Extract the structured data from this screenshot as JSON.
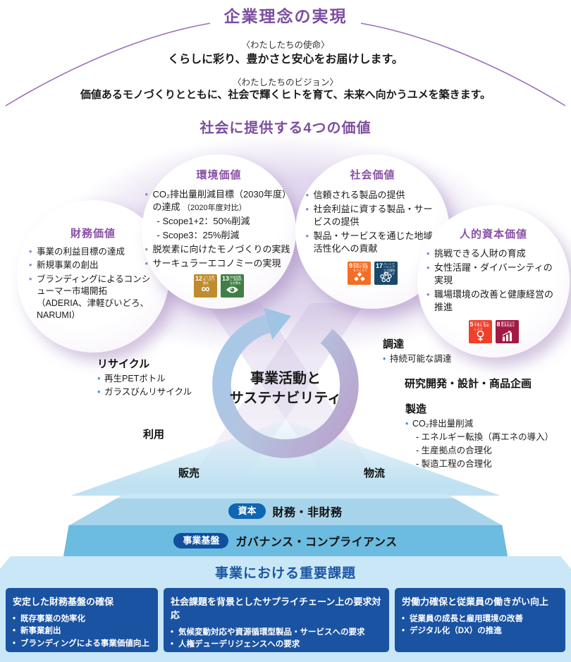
{
  "header": {
    "title": "企業理念の実現",
    "mission_label": "〈わたしたちの使命〉",
    "mission_text": "くらしに彩り、豊かさと安心をお届けします。",
    "vision_label": "〈わたしたちのビジョン〉",
    "vision_text": "価値あるモノづくりとともに、社会で輝くヒトを育て、未来へ向かうユメを築きます。"
  },
  "values_section": {
    "title": "社会に提供する4つの価値",
    "circles": {
      "financial": {
        "title": "財務価値",
        "items": [
          "事業の利益目標の達成",
          "新規事業の創出",
          "ブランディングによるコンシューマー市場開拓（ADERIA、津軽びいどろ、NARUMI）"
        ]
      },
      "environment": {
        "title": "環境価値",
        "item1": "CO₂排出量削減目標（2030年度）の達成",
        "item1_note": "（2020年度対比）",
        "item1_subs": [
          "- Scope1+2：50%削減",
          "- Scope3：25%削減"
        ],
        "item2": "脱炭素に向けたモノづくりの実践",
        "item3": "サーキュラーエコノミーの実現"
      },
      "social": {
        "title": "社会価値",
        "items": [
          "信頼される製品の提供",
          "社会利益に資する製品・サービスの提供",
          "製品・サービスを通じた地域活性化への貢献"
        ]
      },
      "human": {
        "title": "人的資本価値",
        "items": [
          "挑戦できる人財の育成",
          "女性活躍・ダイバーシティの実現",
          "職場環境の改善と健康経営の推進"
        ]
      }
    }
  },
  "sdg": {
    "12": {
      "num": "12",
      "label": "つくる責任 つかう責任",
      "color": "#BF8B2E"
    },
    "13": {
      "num": "13",
      "label": "気候変動に 具体的な対策を",
      "color": "#3F7E44"
    },
    "9": {
      "num": "9",
      "label": "産業と技術革新の 基盤をつくろう",
      "color": "#F36D25"
    },
    "17": {
      "num": "17",
      "label": "パートナーシップで 目標を達成しよう",
      "color": "#19486A"
    },
    "5": {
      "num": "5",
      "label": "ジェンダー平等を 実現しよう",
      "color": "#EF402B"
    },
    "8": {
      "num": "8",
      "label": "働きがいも 経済成長も",
      "color": "#A21942"
    }
  },
  "cycle": {
    "center_line1": "事業活動と",
    "center_line2": "サステナビリティ",
    "stages": {
      "recycle": {
        "label": "リサイクル",
        "items": [
          "再生PETボトル",
          "ガラスびんリサイクル"
        ]
      },
      "use": {
        "label": "利用"
      },
      "sales": {
        "label": "販売"
      },
      "procurement": {
        "label": "調達",
        "items": [
          "持続可能な調達"
        ]
      },
      "rd": {
        "label": "研究開発・設計・商品企画"
      },
      "manufacturing": {
        "label": "製造",
        "items": [
          "CO₂排出量削減"
        ],
        "subitems": [
          "- エネルギー転換（再エネの導入）",
          "- 生産拠点の合理化",
          "- 製造工程の合理化"
        ]
      },
      "logistics": {
        "label": "物流"
      }
    }
  },
  "foundation": {
    "capital_badge": "資本",
    "capital_text": "財務・非財務",
    "base_badge": "事業基盤",
    "base_text": "ガバナンス・コンプライアンス"
  },
  "issues": {
    "title": "事業における重要課題",
    "boxes": [
      {
        "heading": "安定した財務基盤の確保",
        "items": [
          "既存事業の効率化",
          "新事業創出",
          "ブランディングによる事業価値向上"
        ]
      },
      {
        "heading": "社会課題を背景としたサプライチェーン上の要求対応",
        "items": [
          "気候変動対応や資源循環型製品・サービスへの要求",
          "人権デューデリジェンスへの要求"
        ]
      },
      {
        "heading": "労働力確保と従業員の働きがい向上",
        "items": [
          "従業員の成長と雇用環境の改善",
          "デジタル化（DX）の推進"
        ]
      }
    ]
  },
  "colors": {
    "accent_purple": "#7C4EA0",
    "circle_title_purple": "#8A4FA5",
    "purple_bullet": "#9B7EC0",
    "blue_bullet": "#4A90C9",
    "bar_capital_bg": "#A7D4EB",
    "bar_base_bg": "#6CBBE0",
    "pill_capital_bg": "#0F66B2",
    "pill_base_bg": "#0F4F9E",
    "panel_bg": "#C9E7F6",
    "issue_box_bg": "#1A53A2",
    "issue_title_blue": "#1B55A4",
    "ring_blue": "#A6C9E8",
    "ring_purple": "#B9A6CE"
  }
}
